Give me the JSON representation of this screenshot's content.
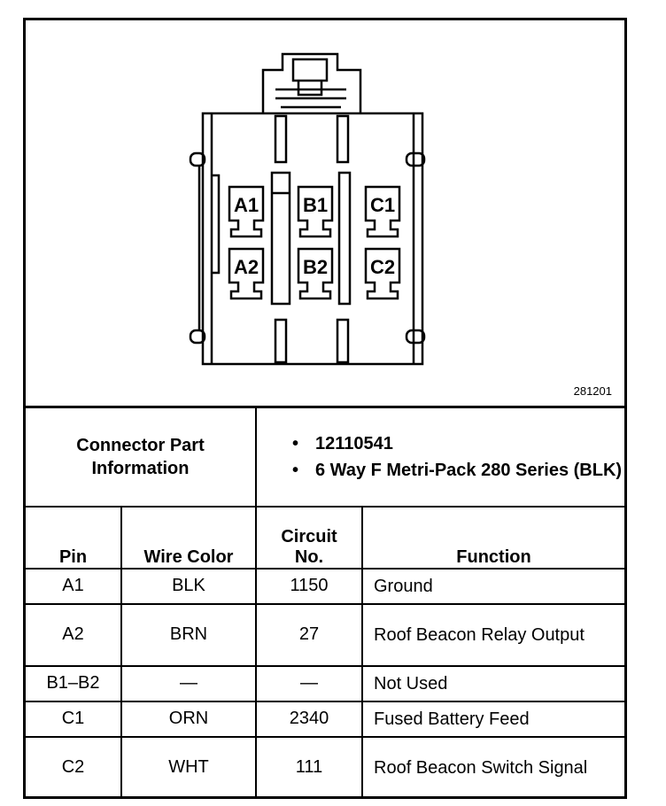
{
  "figure": {
    "diagram_number": "281201",
    "cavities": [
      {
        "label": "A1"
      },
      {
        "label": "B1"
      },
      {
        "label": "C1"
      },
      {
        "label": "A2"
      },
      {
        "label": "B2"
      },
      {
        "label": "C2"
      }
    ]
  },
  "connector_info": {
    "heading_line1": "Connector Part",
    "heading_line2": "Information",
    "items": [
      "12110541",
      "6 Way F Metri-Pack 280 Series (BLK)"
    ]
  },
  "table": {
    "headers": {
      "pin": "Pin",
      "wire_color": "Wire Color",
      "circuit_line1": "Circuit",
      "circuit_line2": "No.",
      "function": "Function"
    },
    "rows": [
      {
        "pin": "A1",
        "wire_color": "BLK",
        "circuit": "1150",
        "function": "Ground"
      },
      {
        "pin": "A2",
        "wire_color": "BRN",
        "circuit": "27",
        "function": "Roof Beacon Relay Output"
      },
      {
        "pin": "B1–B2",
        "wire_color": "—",
        "circuit": "—",
        "function": "Not Used"
      },
      {
        "pin": "C1",
        "wire_color": "ORN",
        "circuit": "2340",
        "function": "Fused Battery Feed"
      },
      {
        "pin": "C2",
        "wire_color": "WHT",
        "circuit": "111",
        "function": "Roof Beacon Switch Signal"
      }
    ]
  }
}
